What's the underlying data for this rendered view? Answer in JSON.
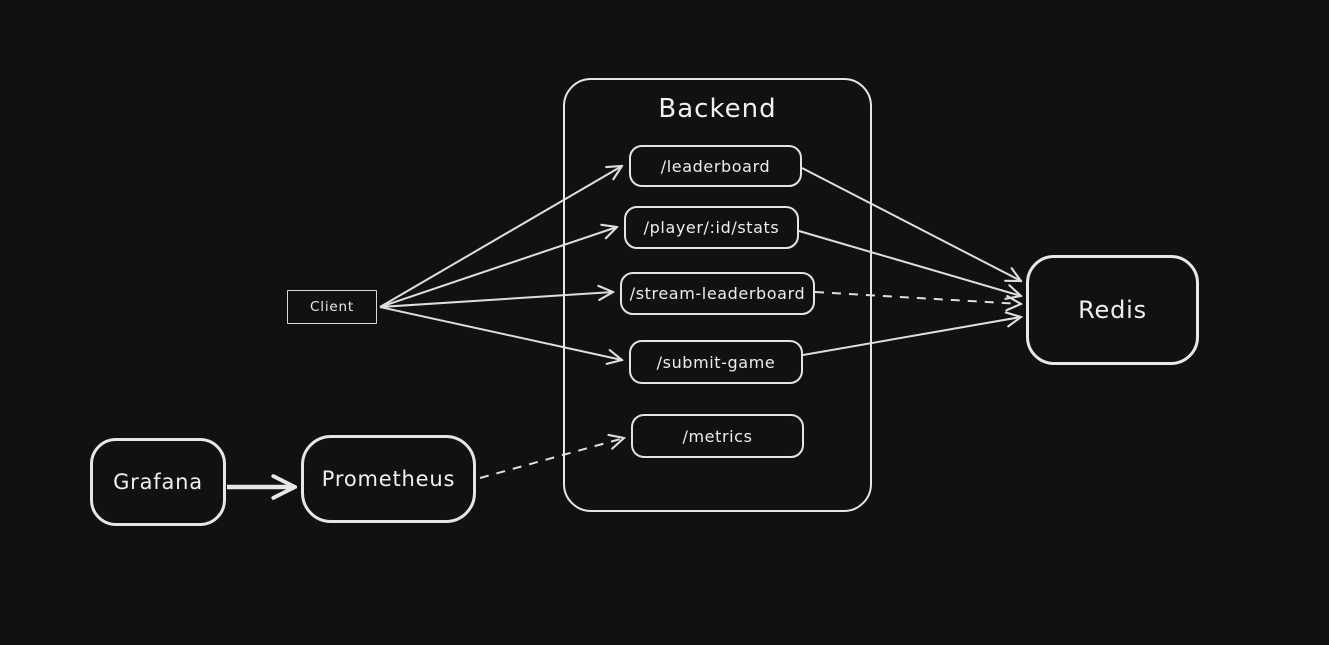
{
  "colors": {
    "background": "#111111",
    "stroke": "#e5e5e5",
    "text": "#f0f0f0"
  },
  "nodes": {
    "backend": {
      "label": "Backend"
    },
    "endpoints": [
      {
        "id": "leaderboard",
        "label": "/leaderboard"
      },
      {
        "id": "player-stats",
        "label": "/player/:id/stats"
      },
      {
        "id": "stream-leaderboard",
        "label": "/stream-leaderboard"
      },
      {
        "id": "submit-game",
        "label": "/submit-game"
      },
      {
        "id": "metrics",
        "label": "/metrics"
      }
    ],
    "client": {
      "label": "Client"
    },
    "redis": {
      "label": "Redis"
    },
    "grafana": {
      "label": "Grafana"
    },
    "prometheus": {
      "label": "Prometheus"
    }
  },
  "edges": [
    {
      "from": "client",
      "to": "leaderboard",
      "style": "solid"
    },
    {
      "from": "client",
      "to": "player-stats",
      "style": "solid"
    },
    {
      "from": "client",
      "to": "stream-leaderboard",
      "style": "solid"
    },
    {
      "from": "client",
      "to": "submit-game",
      "style": "solid"
    },
    {
      "from": "leaderboard",
      "to": "redis",
      "style": "solid"
    },
    {
      "from": "player-stats",
      "to": "redis",
      "style": "solid"
    },
    {
      "from": "stream-leaderboard",
      "to": "redis",
      "style": "dashed"
    },
    {
      "from": "submit-game",
      "to": "redis",
      "style": "solid"
    },
    {
      "from": "grafana",
      "to": "prometheus",
      "style": "thick"
    },
    {
      "from": "prometheus",
      "to": "metrics",
      "style": "dashed"
    }
  ]
}
